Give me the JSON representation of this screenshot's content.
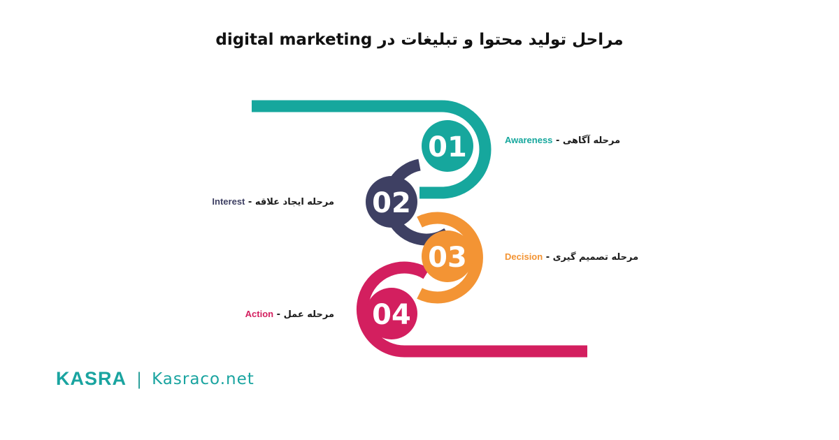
{
  "title": "مراحل تولید محتوا و تبلیغات در digital marketing",
  "steps": [
    {
      "number": "01",
      "label_fa": "مرحله آگاهی -",
      "label_en": "Awareness",
      "color": "#16a79d"
    },
    {
      "number": "02",
      "label_fa": "مرحله ایجاد علاقه -",
      "label_en": "Interest",
      "color": "#3e4063"
    },
    {
      "number": "03",
      "label_fa": "مرحله تصمیم گیری -",
      "label_en": "Decision",
      "color": "#f39434"
    },
    {
      "number": "04",
      "label_fa": "مرحله عمل -",
      "label_en": "Action",
      "color": "#d31f5f"
    }
  ],
  "brand": {
    "logo": "KASRA",
    "url": "Kasraco.net",
    "color": "#1aa4a0"
  },
  "icons": [
    "kasra-logo-icon"
  ]
}
